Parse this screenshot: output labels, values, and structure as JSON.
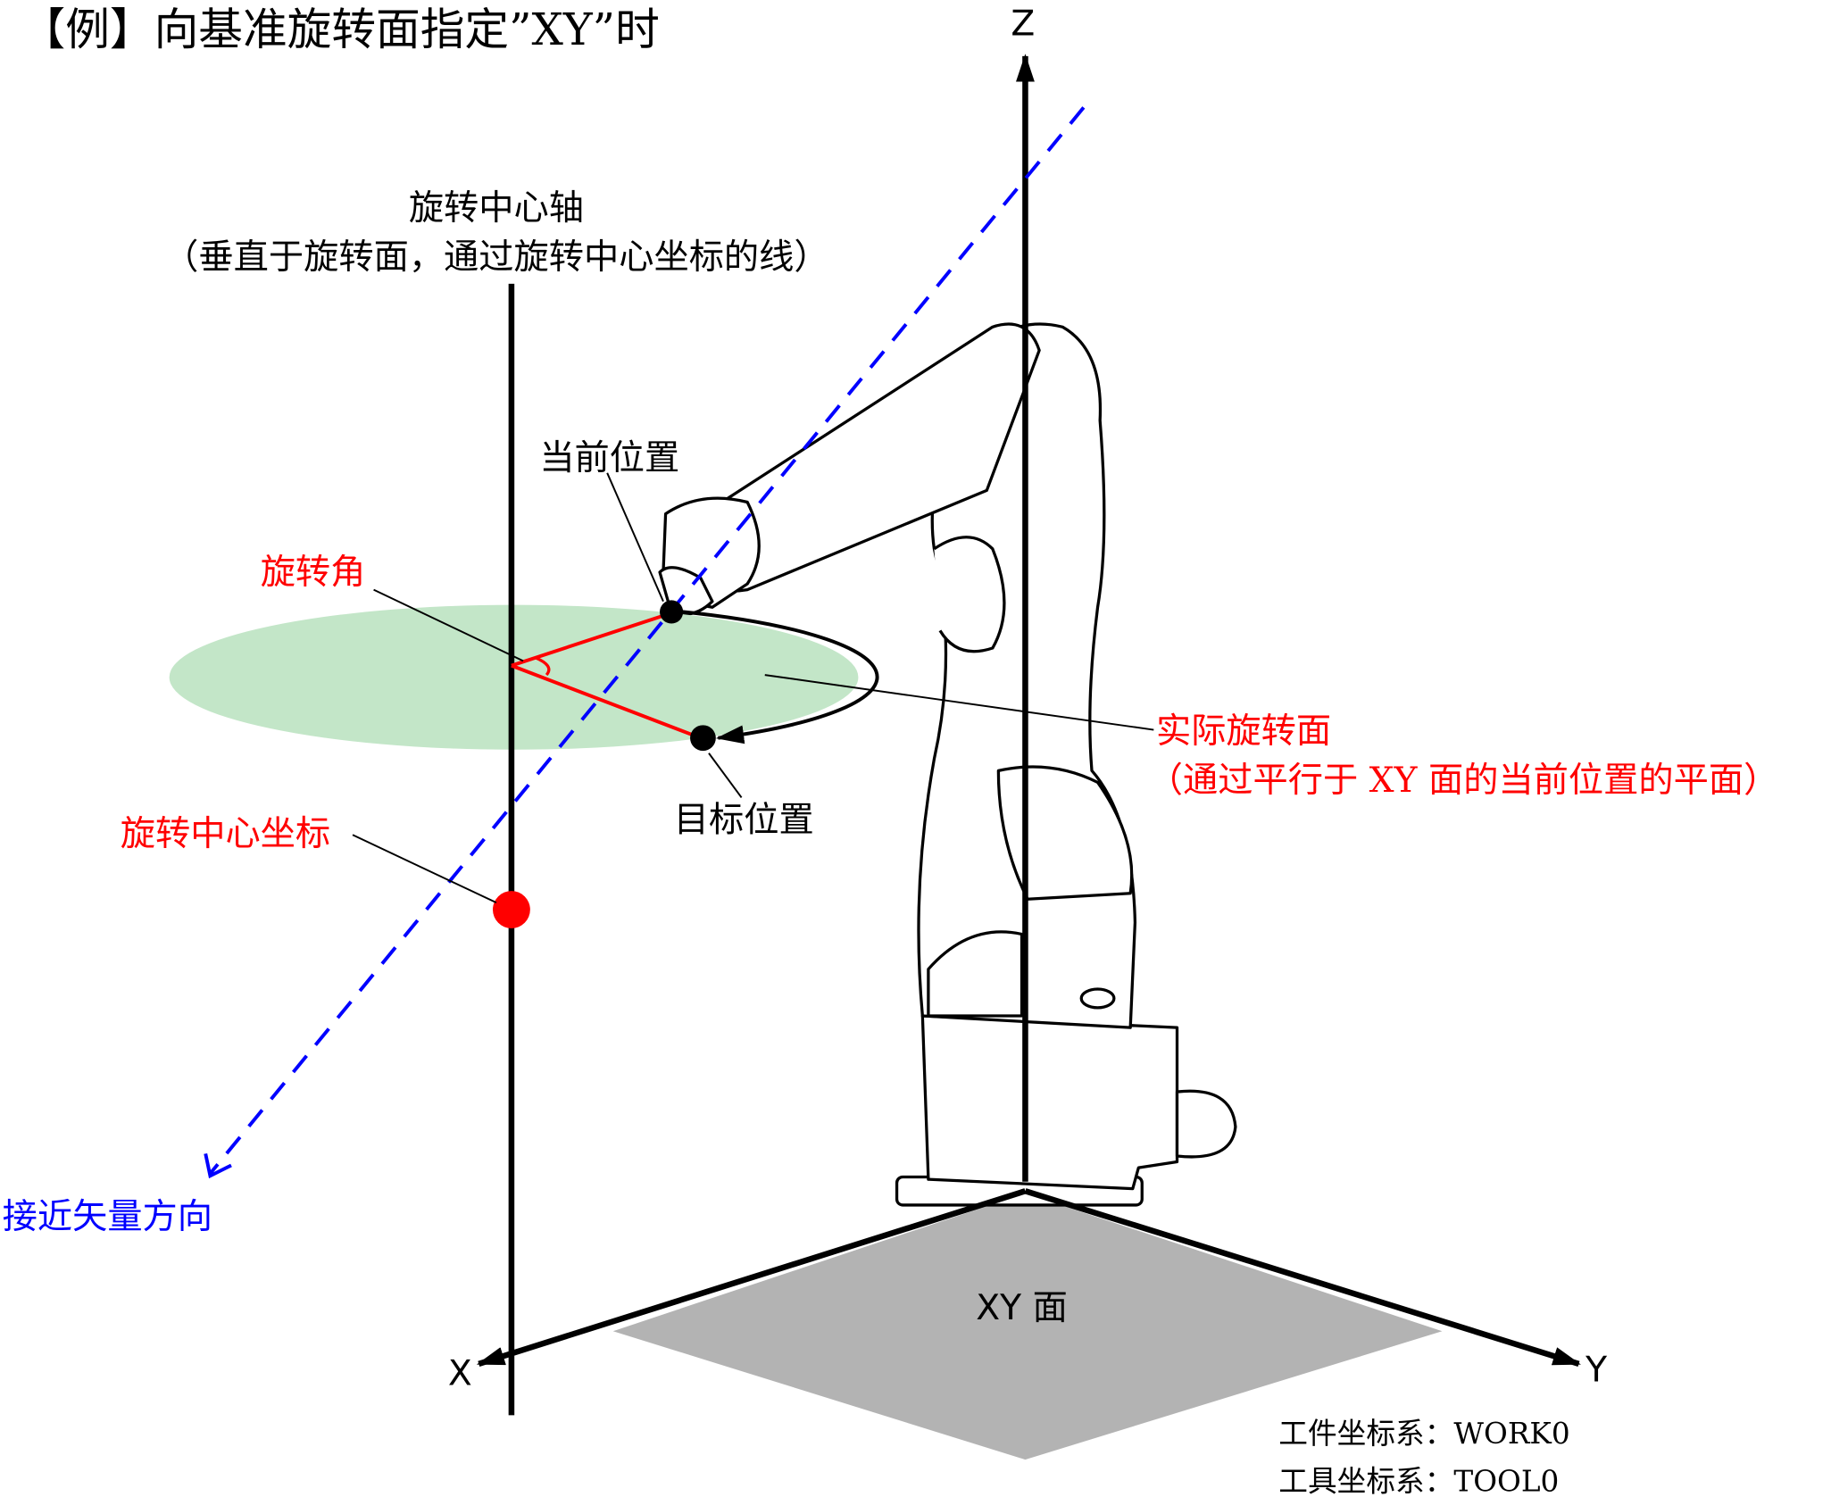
{
  "title": "【例】向基准旋转面指定”XY”时",
  "axes": {
    "z": "Z",
    "x": "X",
    "y": "Y",
    "plane": "XY 面"
  },
  "rotation_axis": {
    "line1": "旋转中心轴",
    "line2": "（垂直于旋转面，通过旋转中心坐标的线）"
  },
  "labels": {
    "current_position": "当前位置",
    "rotation_angle": "旋转角",
    "target_position": "目标位置",
    "actual_plane_line1": "实际旋转面",
    "actual_plane_line2": "（通过平行于 XY 面的当前位置的平面）",
    "rotation_center": "旋转中心坐标",
    "approach_vector": "接近矢量方向"
  },
  "coordinate_systems": {
    "work": "工件坐标系：WORK0",
    "tool": "工具坐标系：TOOL0"
  },
  "colors": {
    "red": "#ff0000",
    "blue": "#0000ff",
    "green_plane": "#c3e6c8",
    "gray_plane": "#b3b3b3"
  }
}
